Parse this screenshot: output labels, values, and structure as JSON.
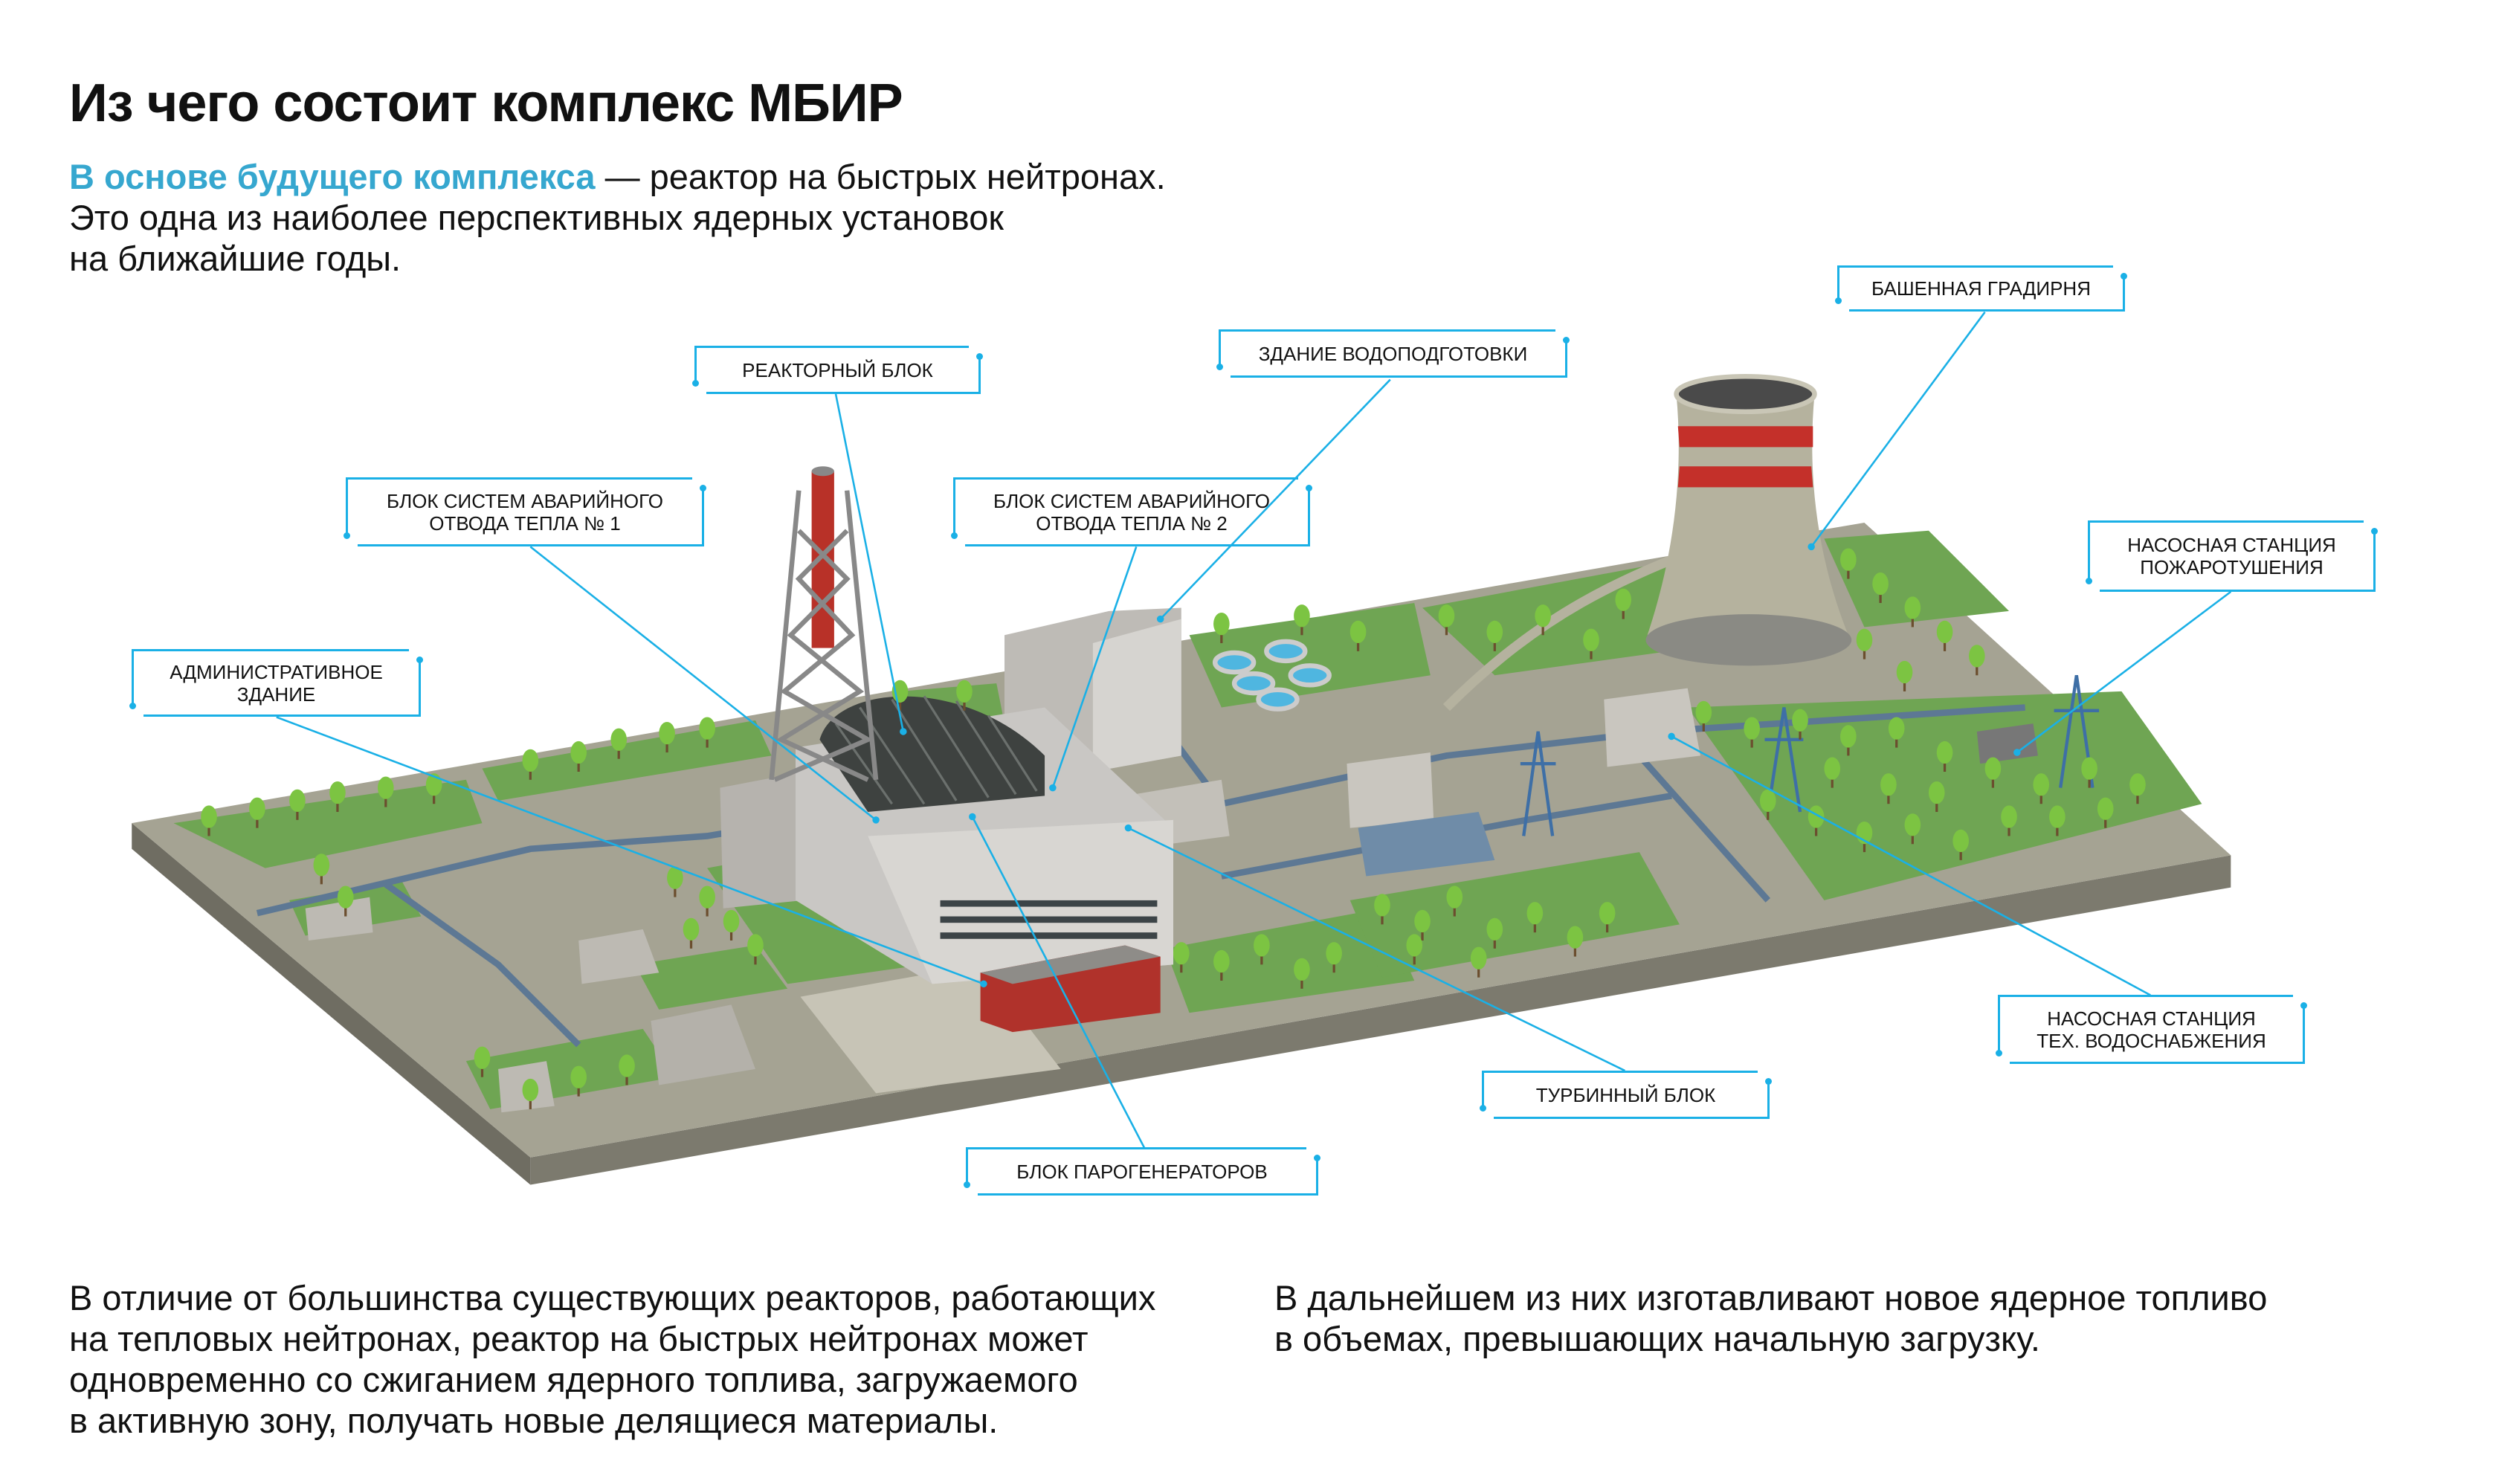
{
  "title": "Из чего состоит комплекс МБИР",
  "lead": {
    "accent": "В основе будущего комплекса",
    "line1_rest": " — реактор на быстрых нейтронах.",
    "line2": "Это одна из наиболее перспективных ядерных установок",
    "line3": "на ближайшие годы."
  },
  "labels": {
    "reactor": "Реакторный блок",
    "water_treatment": "Здание водоподготовки",
    "cooling_tower": "Башенная градирня",
    "emergency_heat_1": "Блок систем аварийного\nотвода тепла № 1",
    "emergency_heat_2": "Блок систем аварийного\nотвода тепла № 2",
    "fire_pump": "Насосная станция\nпожаротушения",
    "admin": "Административное\nздание",
    "tech_pump": "Насосная станция\nтех. водоснабжения",
    "turbine": "Турбинный блок",
    "steam_gen": "Блок парогенераторов"
  },
  "bottom": {
    "left": [
      "В отличие от большинства существующих реакторов, работающих",
      "на тепловых нейтронах, реактор на быстрых нейтронах может",
      "одновременно со сжиганием ядерного топлива, загружаемого",
      "в активную зону, получать новые делящиеся материалы."
    ],
    "right": [
      "В дальнейшем из них изготавливают новое ядерное топливо",
      "в объемах, превышающих начальную загрузку."
    ]
  },
  "colors": {
    "accent": "#36a7cf",
    "leader": "#1ab0e6",
    "ground": "#9e9c8c",
    "grass": "#6fa553",
    "building": "#c9c7c4",
    "brick": "#b0322b",
    "tower_band": "#c4302a"
  }
}
